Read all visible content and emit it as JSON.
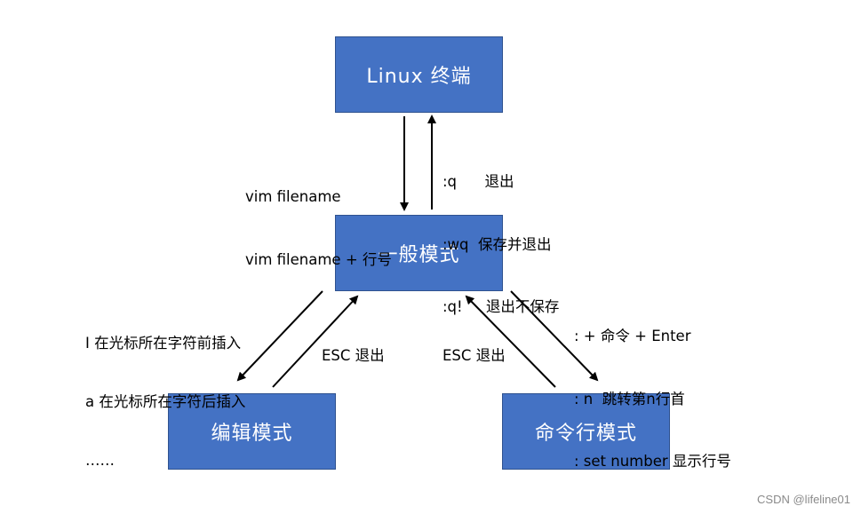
{
  "nodes": {
    "terminal": "Linux 终端",
    "normal": "一般模式",
    "edit": "编辑模式",
    "command": "命令行模式"
  },
  "labels": {
    "enter_vim": [
      "vim filename",
      "vim filename + 行号"
    ],
    "quit_vim": [
      ":q      退出",
      ":wq  保存并退出",
      ":q!     退出不保存"
    ],
    "to_edit": [
      "I 在光标所在字符前插入",
      "a 在光标所在字符后插入",
      "……"
    ],
    "edit_esc": "ESC 退出",
    "command_esc": "ESC 退出",
    "to_command": [
      ": + 命令 + Enter",
      ": n  跳转第n行首",
      ": set number 显示行号"
    ]
  },
  "watermark": "CSDN @lifeline01",
  "colors": {
    "box_fill": "#4472c4",
    "box_border": "#2f528f",
    "arrow": "#000000",
    "box_text": "#ffffff"
  }
}
